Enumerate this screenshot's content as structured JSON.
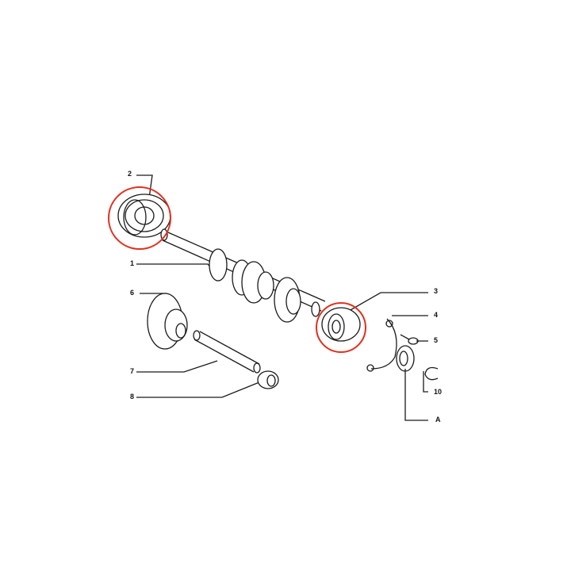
{
  "diagram": {
    "type": "exploded-parts-view",
    "subject": "gearbox primary shaft assembly",
    "highlight_color": "#e0301e",
    "line_color": "#1a1a1a",
    "callouts": [
      {
        "id": "1",
        "label": "1",
        "part": "primary shaft"
      },
      {
        "id": "2",
        "label": "2",
        "part": "bearing (highlighted)"
      },
      {
        "id": "3",
        "label": "3",
        "part": "bearing (highlighted)"
      },
      {
        "id": "4",
        "label": "4",
        "part": "retaining plate"
      },
      {
        "id": "5",
        "label": "5",
        "part": "screw"
      },
      {
        "id": "6",
        "label": "6",
        "part": "reverse idler gear"
      },
      {
        "id": "7",
        "label": "7",
        "part": "idler shaft"
      },
      {
        "id": "8",
        "label": "8",
        "part": "bushing"
      },
      {
        "id": "10",
        "label": "10",
        "part": "circlip"
      },
      {
        "id": "A",
        "label": "A",
        "part": "washer"
      }
    ]
  }
}
